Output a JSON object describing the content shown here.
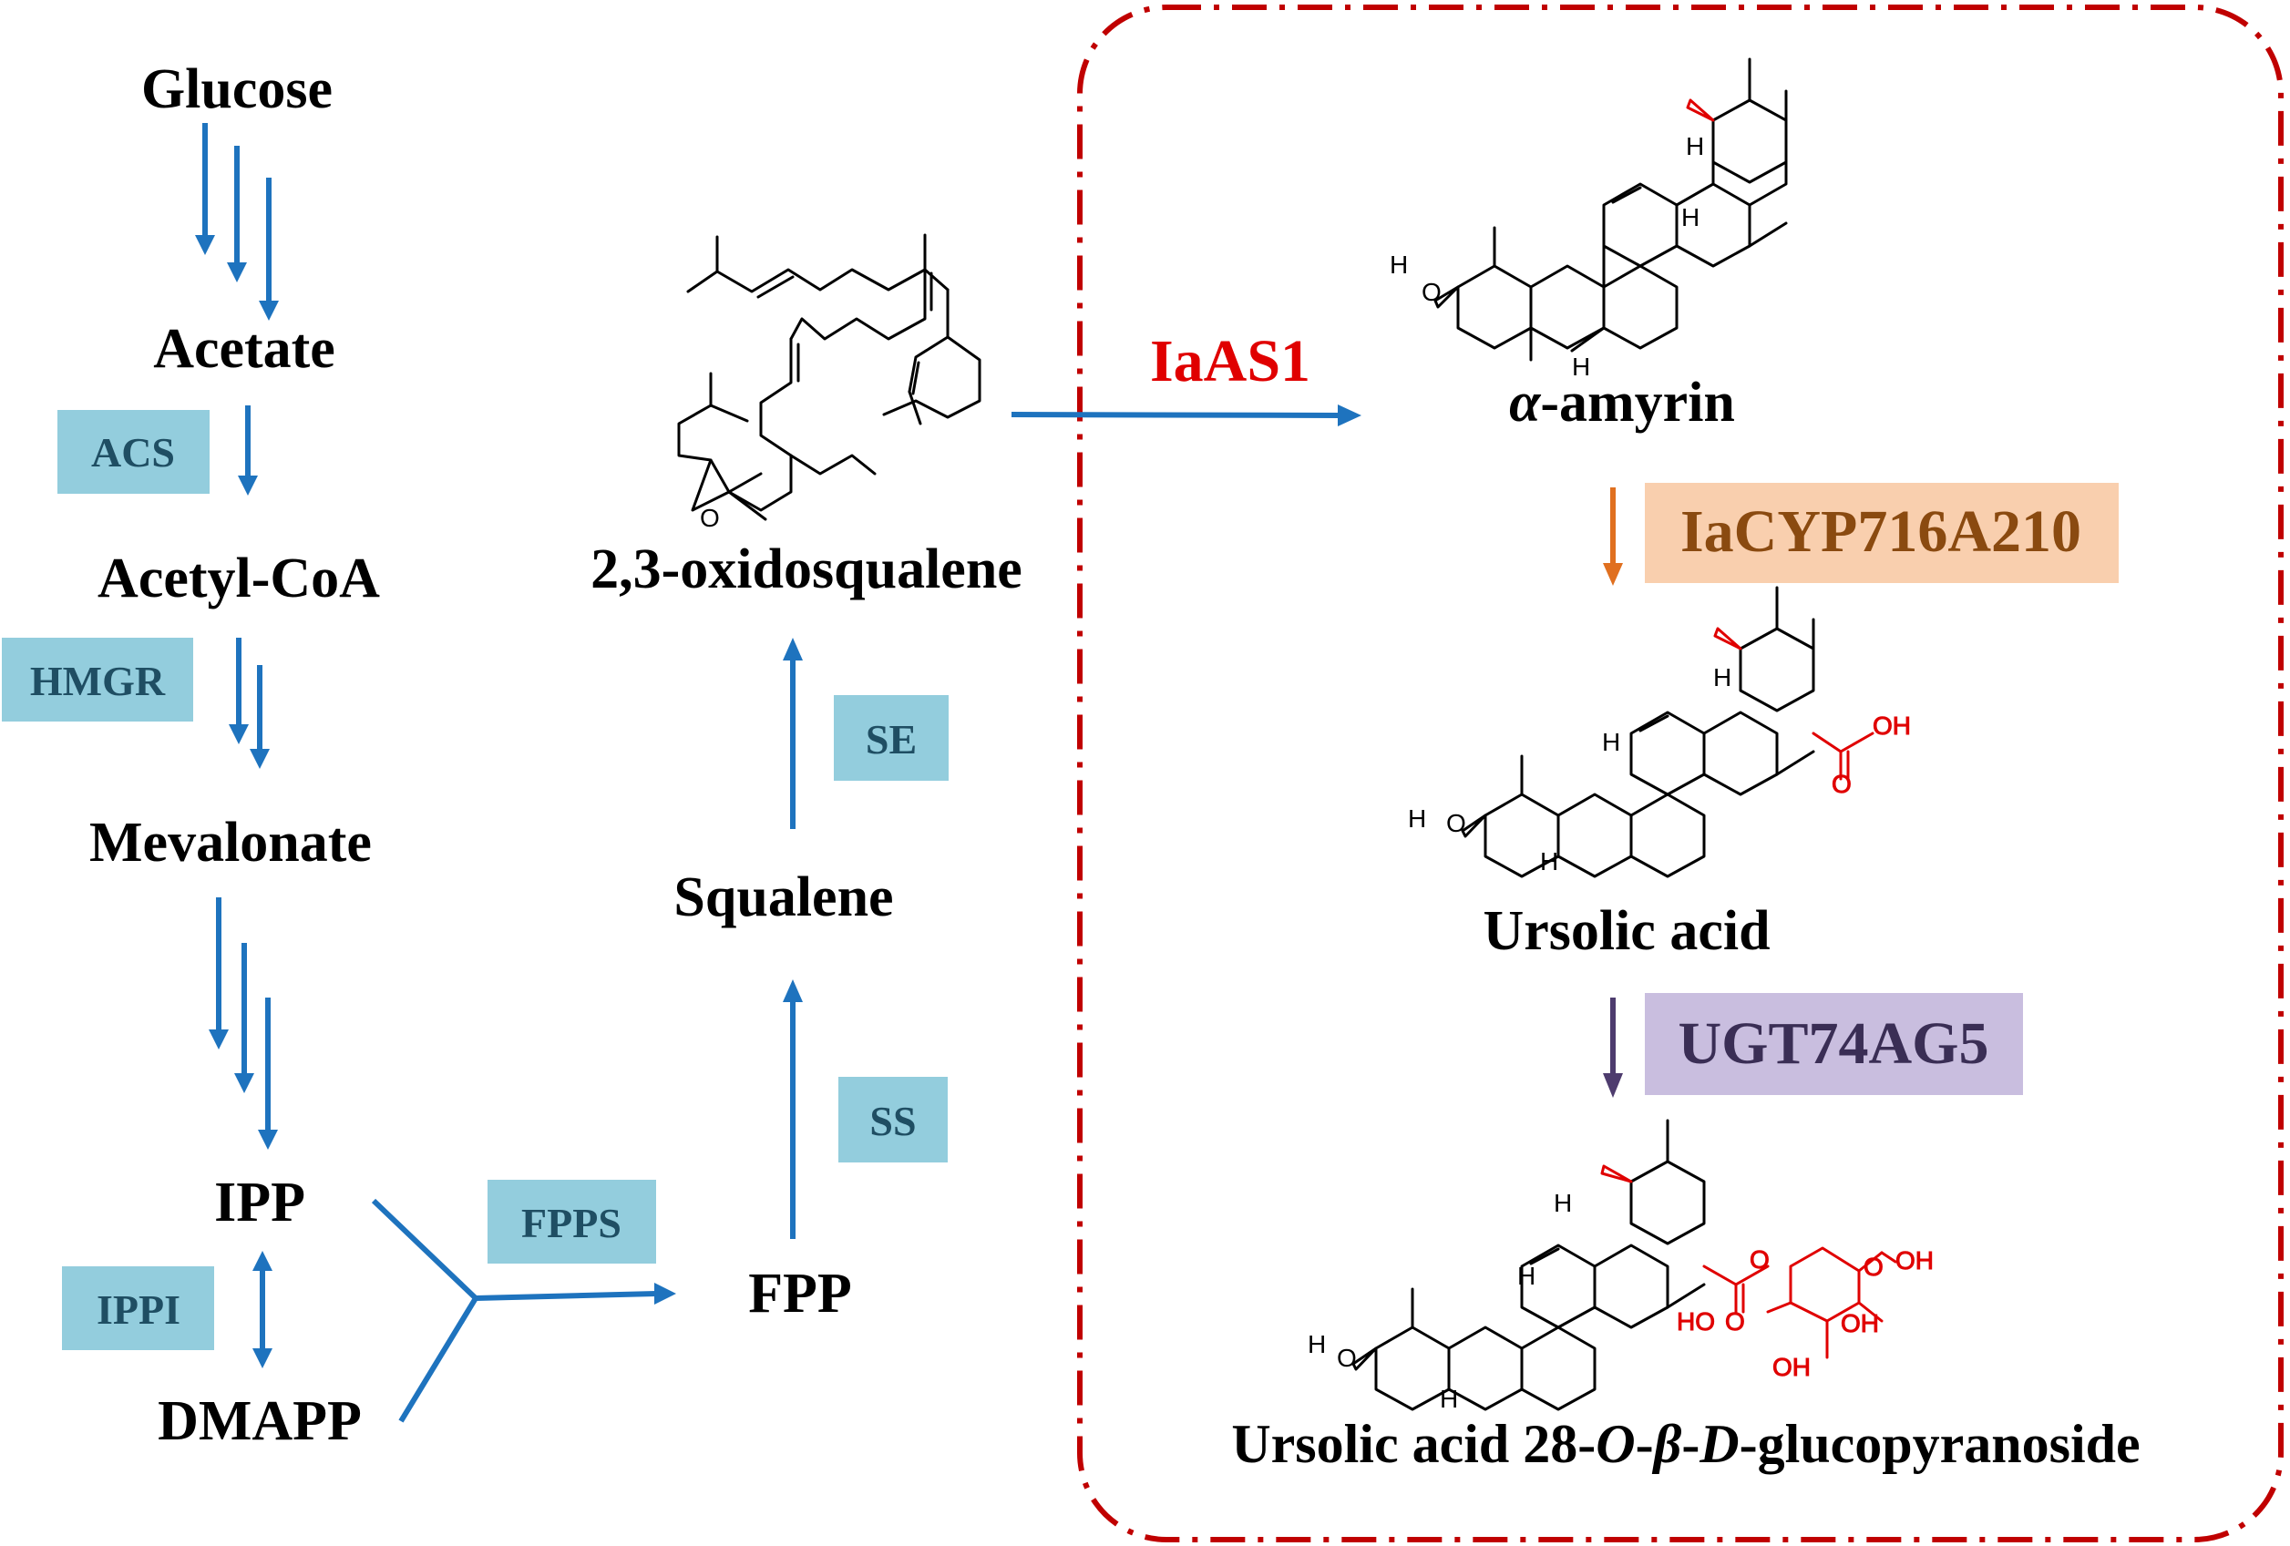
{
  "colors": {
    "arrow_blue": "#1e73be",
    "box_blue": "#93cddd",
    "box_blue_text": "#1f4e63",
    "dashed_red": "#c00000",
    "enzyme_red": "#e00000",
    "orange_arrow": "#e07020",
    "orange_box": "#f9cfae",
    "orange_text": "#8a4a10",
    "purple_arrow": "#4e3c6e",
    "purple_box": "#c9bedf",
    "purple_text": "#3a2e55",
    "mod_red": "#e00000"
  },
  "metabolites": {
    "glucose": "Glucose",
    "acetate": "Acetate",
    "acetyl_coa": "Acetyl-CoA",
    "mevalonate": "Mevalonate",
    "ipp": "IPP",
    "dmapp": "DMAPP",
    "fpp": "FPP",
    "squalene": "Squalene",
    "oxidosqualene": "2,3-oxidosqualene",
    "amyrin_prefix": "α",
    "amyrin_rest": "-amyrin",
    "ursolic_acid": "Ursolic acid",
    "glucoside_parts": [
      "Ursolic acid 28-",
      "O",
      "-",
      "β",
      "-",
      "D",
      "-glucopyranoside"
    ]
  },
  "enzymes": {
    "acs": "ACS",
    "hmgr": "HMGR",
    "ippi": "IPPI",
    "fpps": "FPPS",
    "ss": "SS",
    "se": "SE",
    "iaas1": "IaAS1",
    "iacyp": "IaCYP716A210",
    "ugt": "UGT74AG5"
  },
  "atoms": {
    "h": "H",
    "o": "O",
    "oh": "OH",
    "ho": "HO"
  }
}
